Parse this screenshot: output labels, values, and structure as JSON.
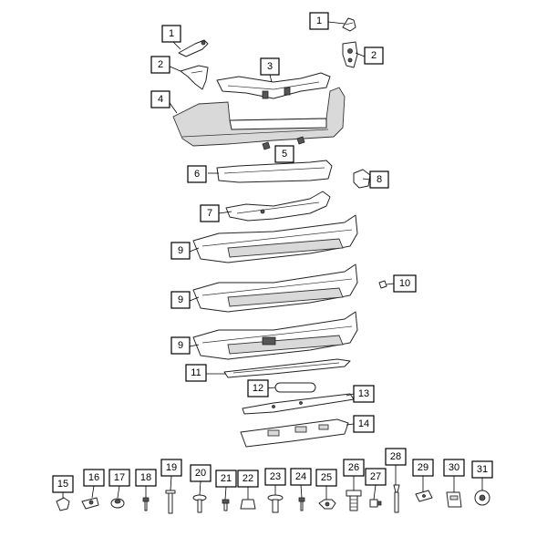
{
  "diagram": {
    "callouts": [
      {
        "label": "1"
      },
      {
        "label": "1"
      },
      {
        "label": "2"
      },
      {
        "label": "2"
      },
      {
        "label": "3"
      },
      {
        "label": "4"
      },
      {
        "label": "5"
      },
      {
        "label": "6"
      },
      {
        "label": "7"
      },
      {
        "label": "8"
      },
      {
        "label": "9"
      },
      {
        "label": "9"
      },
      {
        "label": "9"
      },
      {
        "label": "10"
      },
      {
        "label": "11"
      },
      {
        "label": "12"
      },
      {
        "label": "13"
      },
      {
        "label": "14"
      },
      {
        "label": "15"
      },
      {
        "label": "16"
      },
      {
        "label": "17"
      },
      {
        "label": "18"
      },
      {
        "label": "19"
      },
      {
        "label": "20"
      },
      {
        "label": "21"
      },
      {
        "label": "22"
      },
      {
        "label": "23"
      },
      {
        "label": "24"
      },
      {
        "label": "25"
      },
      {
        "label": "26"
      },
      {
        "label": "27"
      },
      {
        "label": "28"
      },
      {
        "label": "29"
      },
      {
        "label": "30"
      },
      {
        "label": "31"
      }
    ]
  }
}
